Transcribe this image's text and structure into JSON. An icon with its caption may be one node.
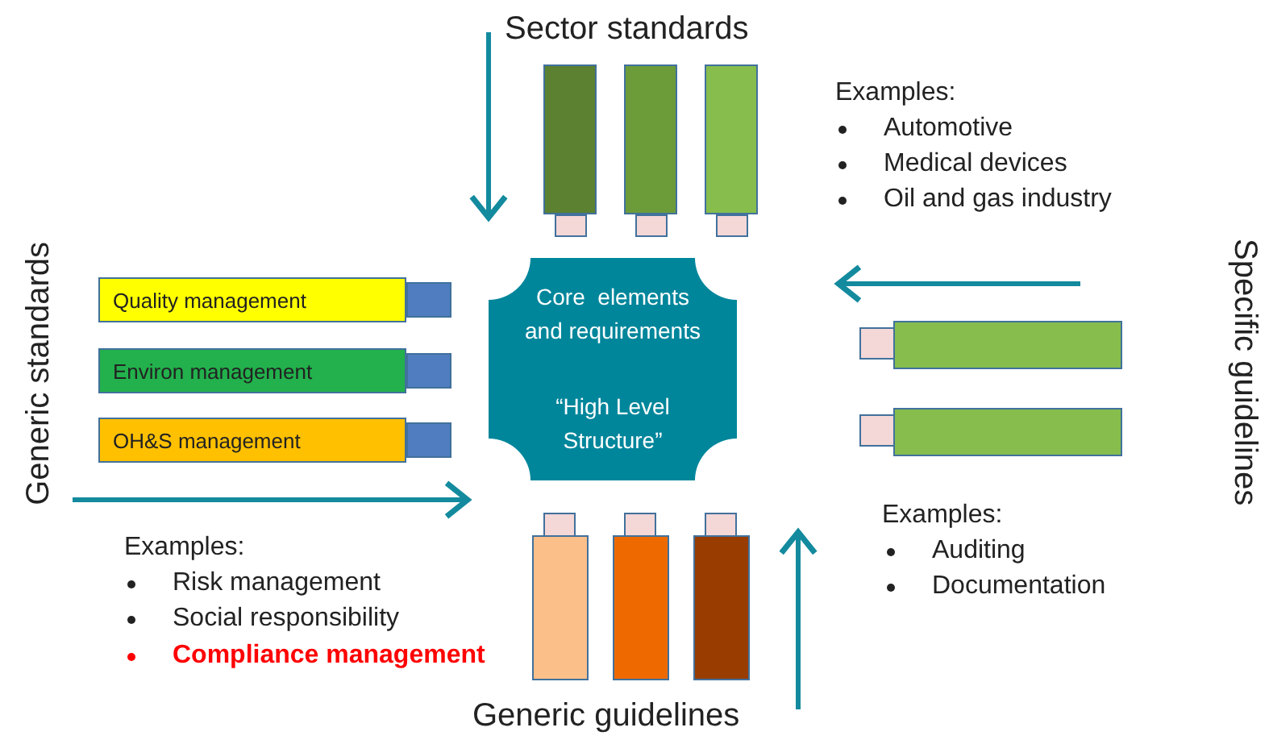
{
  "diagram": {
    "nodes": [
      {
        "text": [],
        "shape": "bar"
      },
      {
        "text": [],
        "shape": "bar"
      },
      {
        "text": [],
        "shape": "bar"
      },
      {
        "text": [
          "Quality management"
        ]
      },
      {
        "text": [
          "Environ management"
        ]
      },
      {
        "text": [
          "OH&S management"
        ]
      },
      {
        "text": [
          "Core  elements and requirements",
          "“High Level Structure”"
        ]
      },
      {
        "text": [],
        "shape": "bar"
      },
      {
        "text": [],
        "shape": "bar"
      },
      {
        "text": [],
        "shape": "bar"
      },
      {
        "text": [],
        "shape": "bar"
      },
      {
        "text": [],
        "shape": "bar"
      }
    ],
    "edges": [],
    "labels": [
      "Sector standards",
      "Examples:",
      "Automotive",
      "Medical devices",
      "Oil and gas industry",
      "Generic standards",
      "Specific guidelines",
      "Examples:",
      "Auditing",
      "Documentation",
      "Examples:",
      "Risk management",
      "Social responsibility",
      "Compliance management",
      "Generic guidelines"
    ]
  }
}
